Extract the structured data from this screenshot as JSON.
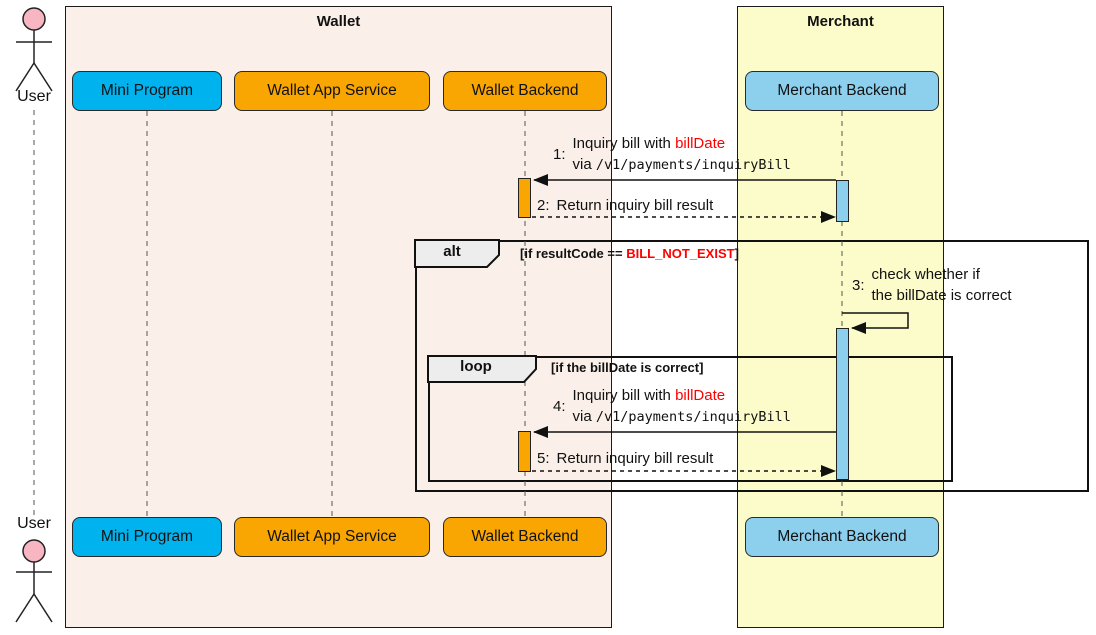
{
  "diagram": {
    "type": "sequence-diagram",
    "actor": {
      "label": "User"
    },
    "frames": {
      "wallet": {
        "title": "Wallet"
      },
      "merchant": {
        "title": "Merchant"
      }
    },
    "participants": [
      {
        "label": "Mini Program",
        "color": "#00b2ee"
      },
      {
        "label": "Wallet App Service",
        "color": "#f9a602"
      },
      {
        "label": "Wallet Backend",
        "color": "#f9a602"
      },
      {
        "label": "Merchant Backend",
        "color": "#8cd0ee"
      }
    ],
    "messages": [
      {
        "num": "1:",
        "text1a": "Inquiry bill with ",
        "text1b": "billDate",
        "text2a": "via ",
        "text2b": "/v1/payments/inquiryBill",
        "from": "Merchant Backend",
        "to": "Wallet Backend",
        "style": "solid"
      },
      {
        "num": "2:",
        "text": "Return inquiry bill result",
        "from": "Wallet Backend",
        "to": "Merchant Backend",
        "style": "dashed"
      },
      {
        "num": "3:",
        "line1": "check whether if",
        "line2": "the billDate is correct",
        "from": "Merchant Backend",
        "to": "Merchant Backend",
        "style": "self"
      },
      {
        "num": "4:",
        "text1a": "Inquiry bill with ",
        "text1b": "billDate",
        "text2a": "via ",
        "text2b": "/v1/payments/inquiryBill",
        "from": "Merchant Backend",
        "to": "Wallet Backend",
        "style": "solid"
      },
      {
        "num": "5:",
        "text": "Return inquiry bill result",
        "from": "Wallet Backend",
        "to": "Merchant Backend",
        "style": "dashed"
      }
    ],
    "fragments": {
      "alt": {
        "label": "alt",
        "cond_a": "[if resultCode == ",
        "cond_b": "BILL_NOT_EXIST",
        "cond_c": "]"
      },
      "loop": {
        "label": "loop",
        "cond": "[if the billDate is correct]"
      }
    },
    "colors": {
      "wallet_bg": "#fbf0e9",
      "merchant_bg": "#fcfccb",
      "orange": "#f9a602",
      "cyan": "#00b2ee",
      "skyblue": "#8cd0ee",
      "highlight_red": "#ff0000",
      "actor_head_pink": "#f8b5c2",
      "fragment_label_bg": "#ededed"
    }
  }
}
